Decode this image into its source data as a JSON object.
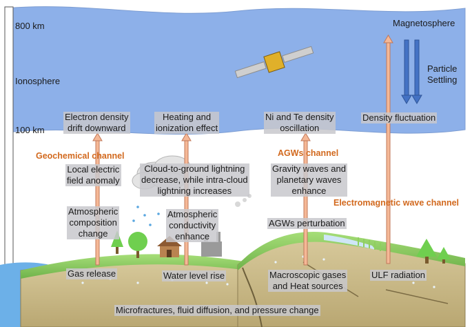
{
  "altitude": {
    "top": "800 km",
    "layer": "Ionosphere",
    "bottom": "100 km"
  },
  "top_right": {
    "region": "Magnetosphere",
    "process": "Particle\nSettling"
  },
  "ionosphere_effects": {
    "col1": "Electron density\ndrift downward",
    "col2": "Heating and\nionization effect",
    "col3": "Ni and Te density\noscillation",
    "col4": "Density fluctuation"
  },
  "channels": {
    "geochemical": "Geochemical channel",
    "agws": "AGWs channel",
    "electromagnetic": "Electromagnetic wave channel"
  },
  "atmosphere": {
    "field_anomaly": "Local electric\nfield anomaly",
    "lightning": "Cloud-to-ground lightning\ndecrease, while intra-cloud\nlightning increases",
    "gravity_waves": "Gravity waves and\nplanetary waves\nenhance",
    "composition": "Atmospheric\ncomposition\nchange",
    "conductivity": "Atmospheric\nconductivity\nenhance",
    "agw_perturbation": "AGWs perturbation"
  },
  "ground": {
    "gas_release": "Gas release",
    "water_level": "Water level rise",
    "macroscopic": "Macroscopic gases\nand Heat sources",
    "ulf": "ULF radiation",
    "base": "Microfractures, fluid diffusion, and pressure change"
  },
  "colors": {
    "ionosphere": "#8db0e9",
    "arrow": "#f5b896",
    "arrow_edge": "#c0785a",
    "downflow": "#4472c4",
    "channel_text": "#d2691e",
    "label_box": "#c8c8cd",
    "ground_green": "#8fcf5f",
    "ground_soil": "#c9b98c"
  },
  "icons": [
    "satellite-icon",
    "cloud-icon",
    "house-icon",
    "factory-icon",
    "tree-icon",
    "grass-icon"
  ]
}
